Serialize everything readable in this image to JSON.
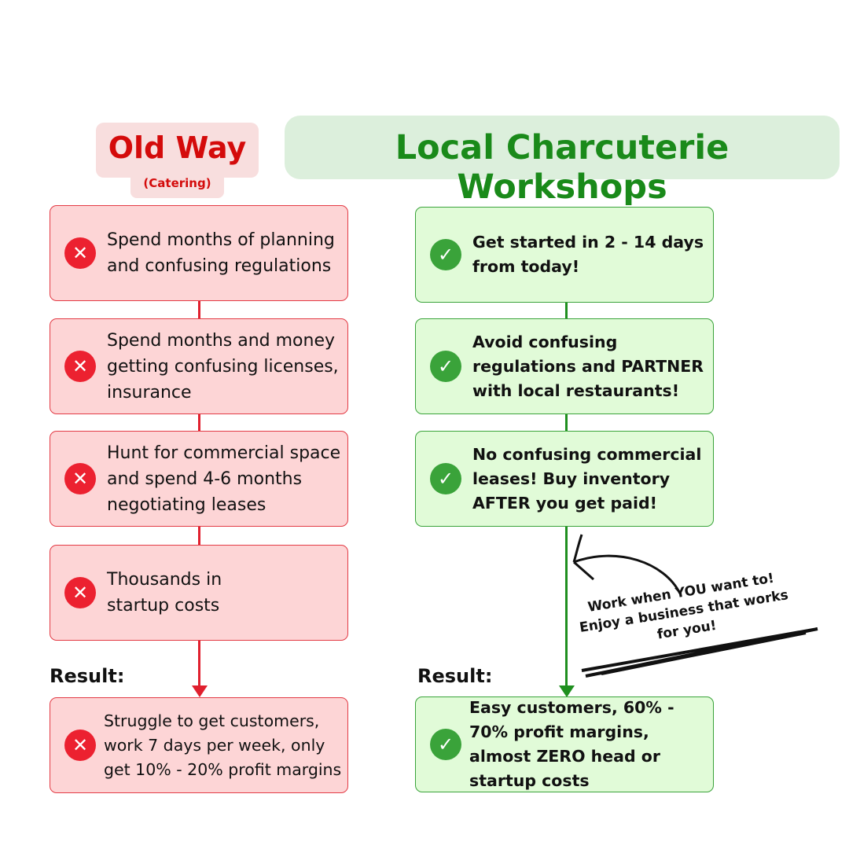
{
  "old": {
    "title": "Old Way",
    "subtitle": "(Catering)",
    "steps": [
      "Spend months of planning and confusing regulations",
      "Spend months and money getting confusing licenses, insurance",
      "Hunt for commercial space and spend 4-6 months negotiating leases",
      "Thousands in startup costs"
    ],
    "result_label": "Result:",
    "result": "Struggle to get customers, work 7 days per week, only get 10% - 20% profit margins",
    "icon": "x-circle-icon",
    "color": "#ec2130"
  },
  "new": {
    "title": "Local Charcuterie Workshops",
    "steps": [
      "Get started in 2 - 14 days from today!",
      "Avoid confusing regulations and PARTNER with local restaurants!",
      "No confusing commercial leases! Buy inventory AFTER you get paid!"
    ],
    "result_label": "Result:",
    "result": "Easy customers, 60% - 70% profit margins, almost ZERO head or startup costs",
    "icon": "check-circle-icon",
    "color": "#3aa33a"
  },
  "note": {
    "line1": "Work when YOU want to!",
    "line2": "Enjoy a business that works",
    "line3": "for you!"
  }
}
